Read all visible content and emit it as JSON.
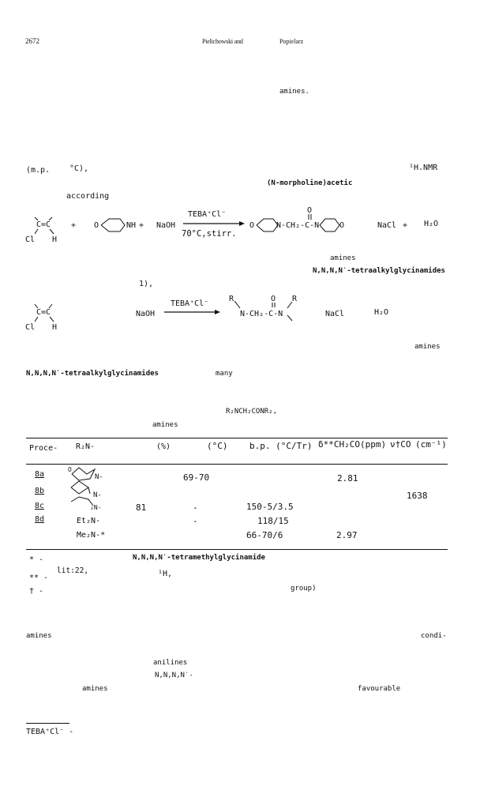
{
  "header": {
    "page_number": "2672",
    "authors_left": "Pielichowski and",
    "authors_right": "Popielarz"
  },
  "body_fragments": {
    "amines_1": "amines.",
    "mp_open": "(m.p.",
    "mp_deg": "°C),",
    "h_nmr": "¹H.NMR",
    "morpholine_acetic": "(N-morpholine)acetic",
    "according": "according",
    "amines_2": "amines",
    "tetraalkyl_1": "N,N,N,N′-tetraalkylglycinamides",
    "ref_1": "1),",
    "amines_3": "amines",
    "tetraalkyl_2": "N,N,N,N′-tetraalkylglycinamides",
    "many": "many"
  },
  "scheme1": {
    "dichloro_tl": "C=C",
    "cl": "Cl",
    "h": "H",
    "plus_1": "+",
    "morph_o": "O",
    "morph_nh": "NH",
    "plus_2": "+",
    "naoh": "NaOH",
    "catalyst": "TEBA⁺Cl⁻",
    "conditions": "70°C,stirr.",
    "product_o_left": "O",
    "product_chain": "N-CH₂-C-N",
    "product_o_right": "O",
    "carbonyl_o": "O",
    "nacl": "NaCl",
    "plus_3": "+",
    "water": "H₂O"
  },
  "scheme2": {
    "dichloro": "C=C",
    "cl": "Cl",
    "h": "H",
    "naoh": "NaOH",
    "catalyst": "TEBA⁺Cl⁻",
    "r_left": "R",
    "r_right": "R",
    "carbonyl_o": "O",
    "product_chain": "N-CH₂-C-N",
    "nacl": "NaCl",
    "water": "H₂O"
  },
  "table": {
    "caption_formula": "R₂NCH₂CONR₂,",
    "caption_amines": "amines",
    "headers": {
      "procedure": "Proce-",
      "r2n": "R₂N-",
      "yield": "(%)",
      "mp": "(°C)",
      "bp": "b.p. (°C/Tr)",
      "shift": "δ**CH₂CO(ppm)",
      "ir": "ν†CO",
      "ir_unit": "(cm⁻¹)"
    },
    "rows": [
      {
        "proc": "8a",
        "amine": "N-",
        "yield": "",
        "mp": "69-70",
        "bp": "",
        "shift": "2.81",
        "ir": ""
      },
      {
        "proc": "8b",
        "amine": "N-",
        "yield": "",
        "mp": "",
        "bp": "",
        "shift": "",
        "ir": "1638"
      },
      {
        "proc": "8c",
        "amine": "₂N-",
        "yield": "81",
        "mp": "-",
        "bp": "150-5/3.5",
        "shift": "",
        "ir": ""
      },
      {
        "proc": "8d",
        "amine": "Et₂N-",
        "yield": "",
        "mp": "-",
        "bp": "118/15",
        "shift": "",
        "ir": ""
      },
      {
        "proc": "",
        "amine": "Me₂N-*",
        "yield": "",
        "mp": "",
        "bp": "66-70/6",
        "shift": "2.97",
        "ir": ""
      }
    ],
    "footnotes": {
      "star": "* -",
      "star_text": "N,N,N,N′-tetramethylglycinamide",
      "lit": "lit:22,",
      "dstar": "** -",
      "dstar_text": "¹H,",
      "dagger": "† -",
      "group": "group)"
    }
  },
  "bottom": {
    "amines_4": "amines",
    "condi": "condi-",
    "anilines": "anilines",
    "nnn": "N,N,N,N′-",
    "amines_5": "amines",
    "favourable": "favourable",
    "footnote_teba": "TEBA⁺Cl⁻ -"
  }
}
